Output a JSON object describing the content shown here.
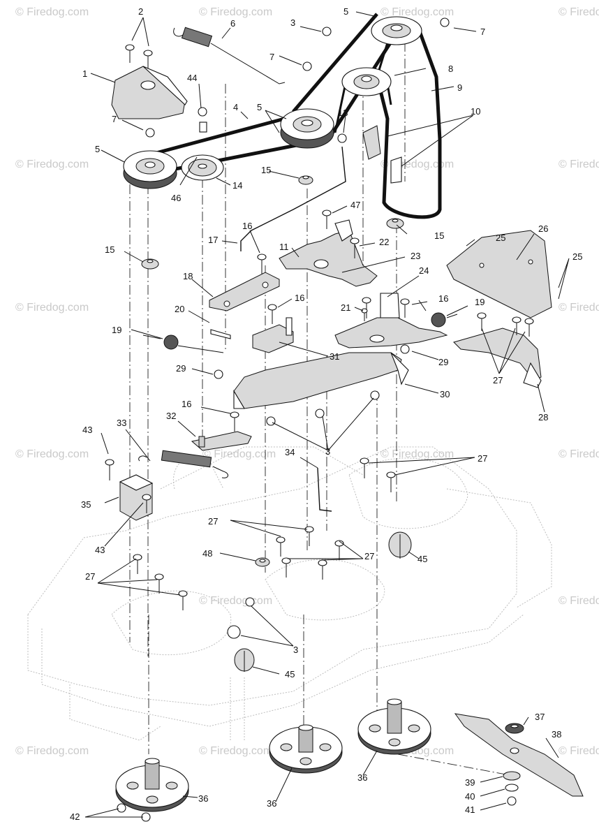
{
  "watermark": "© Firedog.com",
  "callouts": [
    {
      "id": "c2",
      "text": "2"
    },
    {
      "id": "c1",
      "text": "1"
    },
    {
      "id": "c6",
      "text": "6"
    },
    {
      "id": "c3a",
      "text": "3"
    },
    {
      "id": "c5a",
      "text": "5"
    },
    {
      "id": "c7a",
      "text": "7"
    },
    {
      "id": "c7b",
      "text": "7"
    },
    {
      "id": "c8",
      "text": "8"
    },
    {
      "id": "c9",
      "text": "9"
    },
    {
      "id": "c44",
      "text": "44"
    },
    {
      "id": "c4",
      "text": "4"
    },
    {
      "id": "c5b",
      "text": "5"
    },
    {
      "id": "c13",
      "text": "13"
    },
    {
      "id": "c10",
      "text": "10"
    },
    {
      "id": "c7c",
      "text": "7"
    },
    {
      "id": "c5c",
      "text": "5"
    },
    {
      "id": "c15a",
      "text": "15"
    },
    {
      "id": "c14",
      "text": "14"
    },
    {
      "id": "c46",
      "text": "46"
    },
    {
      "id": "c47",
      "text": "47"
    },
    {
      "id": "c15b",
      "text": "15"
    },
    {
      "id": "c15c",
      "text": "15"
    },
    {
      "id": "c16a",
      "text": "16"
    },
    {
      "id": "c17",
      "text": "17"
    },
    {
      "id": "c11",
      "text": "11"
    },
    {
      "id": "c22",
      "text": "22"
    },
    {
      "id": "c23",
      "text": "23"
    },
    {
      "id": "c25a",
      "text": "25"
    },
    {
      "id": "c26",
      "text": "26"
    },
    {
      "id": "c25b",
      "text": "25"
    },
    {
      "id": "c18",
      "text": "18"
    },
    {
      "id": "c24",
      "text": "24"
    },
    {
      "id": "c16b",
      "text": "16"
    },
    {
      "id": "c16c",
      "text": "16"
    },
    {
      "id": "c19a",
      "text": "19"
    },
    {
      "id": "c20",
      "text": "20"
    },
    {
      "id": "c21",
      "text": "21"
    },
    {
      "id": "c19b",
      "text": "19"
    },
    {
      "id": "c31",
      "text": "31"
    },
    {
      "id": "c29a",
      "text": "29"
    },
    {
      "id": "c29b",
      "text": "29"
    },
    {
      "id": "c27a",
      "text": "27"
    },
    {
      "id": "c28",
      "text": "28"
    },
    {
      "id": "c30",
      "text": "30"
    },
    {
      "id": "c16d",
      "text": "16"
    },
    {
      "id": "c32",
      "text": "32"
    },
    {
      "id": "c3b",
      "text": "3"
    },
    {
      "id": "c33",
      "text": "33"
    },
    {
      "id": "c43a",
      "text": "43"
    },
    {
      "id": "c34",
      "text": "34"
    },
    {
      "id": "c27b",
      "text": "27"
    },
    {
      "id": "c35",
      "text": "35"
    },
    {
      "id": "c43b",
      "text": "43"
    },
    {
      "id": "c27c",
      "text": "27"
    },
    {
      "id": "c27d",
      "text": "27"
    },
    {
      "id": "c48",
      "text": "48"
    },
    {
      "id": "c45a",
      "text": "45"
    },
    {
      "id": "c27e",
      "text": "27"
    },
    {
      "id": "c3c",
      "text": "3"
    },
    {
      "id": "c45b",
      "text": "45"
    },
    {
      "id": "c37",
      "text": "37"
    },
    {
      "id": "c38",
      "text": "38"
    },
    {
      "id": "c36a",
      "text": "36"
    },
    {
      "id": "c36b",
      "text": "36"
    },
    {
      "id": "c36c",
      "text": "36"
    },
    {
      "id": "c39",
      "text": "39"
    },
    {
      "id": "c40",
      "text": "40"
    },
    {
      "id": "c41",
      "text": "41"
    },
    {
      "id": "c42",
      "text": "42"
    }
  ]
}
